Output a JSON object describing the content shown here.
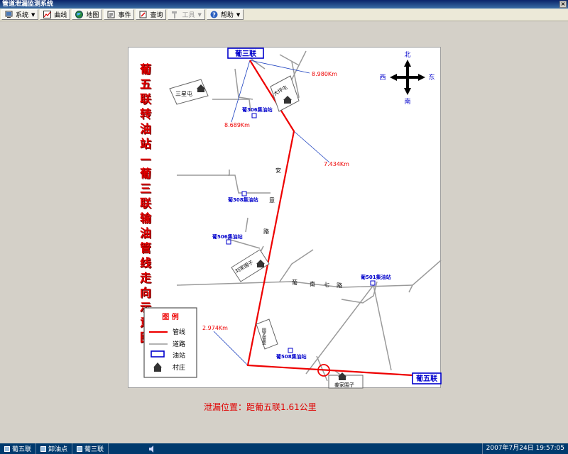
{
  "window": {
    "title": "管道泄漏监测系统",
    "close_glyph": "×"
  },
  "toolbar": {
    "items": [
      {
        "label": "系统",
        "has_menu": true
      },
      {
        "label": "曲线",
        "has_menu": false
      },
      {
        "label": "地图",
        "has_menu": false
      },
      {
        "label": "事件",
        "has_menu": false
      },
      {
        "label": "查询",
        "has_menu": false
      },
      {
        "label": "工具",
        "has_menu": true,
        "disabled": true
      },
      {
        "label": "帮助",
        "has_menu": true
      }
    ]
  },
  "map": {
    "title": "葡五联转油站—葡三联输油管线走向示意图",
    "compass": {
      "north": "北",
      "south": "南",
      "west": "西",
      "east": "东"
    },
    "stations": {
      "start": "葡三联",
      "end": "葡五联",
      "s306": "葡306集油站",
      "s308": "葡308集油站",
      "s506": "葡506集油站",
      "s501": "葡501集油站",
      "s508": "葡508集油站"
    },
    "villages": {
      "sanxingtun": "三星屯",
      "dapingtun": "大坪屯",
      "liujiawaizi": "刘家围子",
      "jiangjiawaizi": "姜家围子",
      "yuanyiguanwei": "园艺管委"
    },
    "roads": {
      "anyi": [
        "安",
        "意",
        "路"
      ],
      "punanqi": [
        "葡",
        "南",
        "七",
        "路"
      ]
    },
    "distances": {
      "d1": "8.980Km",
      "d2": "8.689Km",
      "d3": "7.434Km",
      "d4": "2.974Km"
    },
    "legend": {
      "title": "图  例",
      "pipeline": "管线",
      "road": "道路",
      "station": "油站",
      "village": "村庄"
    }
  },
  "status_message": "泄漏位置：距葡五联1.61公里",
  "statusbar": {
    "items": [
      "葡五联",
      "卸油点",
      "葡三联"
    ],
    "datetime": "2007年7月24日  19:57:05"
  },
  "colors": {
    "pipeline": "#ee0000",
    "station": "#0000cc",
    "road": "#9a9a9a",
    "accent_blue": "#1a3fbf"
  }
}
